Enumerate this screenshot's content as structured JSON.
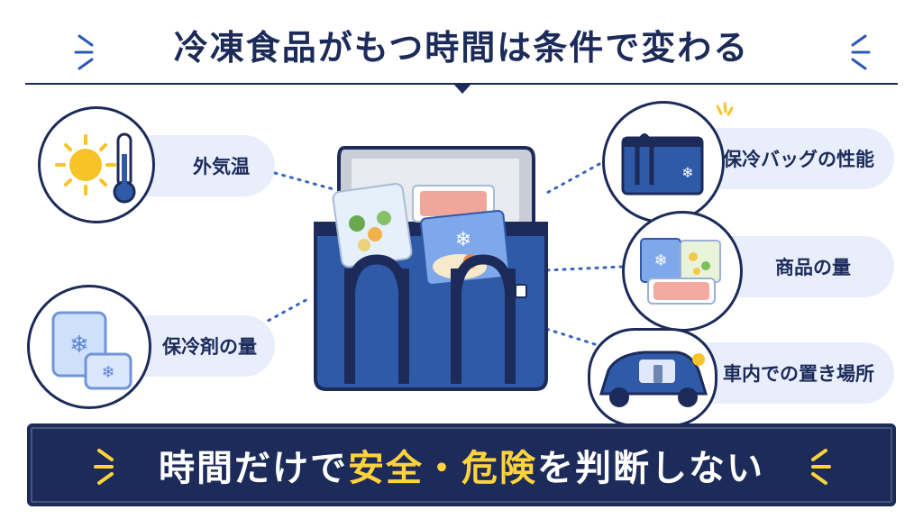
{
  "title": "冷凍食品がもつ時間は条件で変わる",
  "factors": {
    "outside_temp": "外気温",
    "ice_pack": "保冷剤の量",
    "bag_performance": "保冷バッグの性能",
    "product_amount": "商品の量",
    "car_location": "車内での置き場所"
  },
  "banner": {
    "part1": "時間だけで",
    "highlight1": "安全",
    "dot": "・",
    "highlight2": "危険",
    "part2": "を判断しない"
  },
  "colors": {
    "navy": "#1c2b5a",
    "accent_yellow": "#ffd33b",
    "pill_bg": "#e8eefb",
    "bag_blue": "#2f5aa8"
  }
}
